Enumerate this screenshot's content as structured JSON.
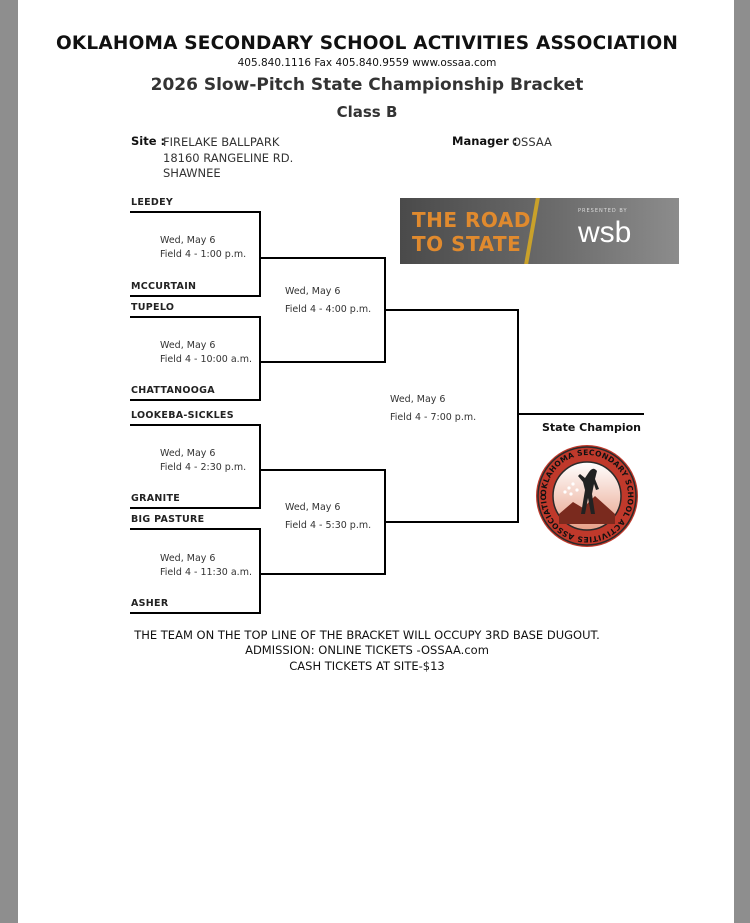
{
  "header": {
    "org": "OKLAHOMA SECONDARY SCHOOL ACTIVITIES ASSOCIATION",
    "contact": "405.840.1116   Fax 405.840.9559  www.ossaa.com",
    "title": "2026 Slow-Pitch State Championship Bracket",
    "class": "Class B"
  },
  "site": {
    "label": "Site :",
    "line1": "FIRELAKE BALLPARK",
    "line2": "18160 RANGELINE RD.",
    "line3": "SHAWNEE"
  },
  "manager": {
    "label": "Manager :",
    "value": "OSSAA"
  },
  "teams": [
    "LEEDEY",
    "MCCURTAIN",
    "TUPELO",
    "CHATTANOOGA",
    "LOOKEBA-SICKLES",
    "GRANITE",
    "BIG PASTURE",
    "ASHER"
  ],
  "games": [
    {
      "date": "Wed, May 6",
      "field": "Field 4 - 1:00 p.m."
    },
    {
      "date": "Wed, May 6",
      "field": "Field 4 - 10:00 a.m."
    },
    {
      "date": "Wed, May 6",
      "field": "Field 4 - 2:30 p.m."
    },
    {
      "date": "Wed, May 6",
      "field": "Field 4 - 11:30 a.m."
    },
    {
      "date": "Wed, May 6",
      "field": "Field 4 - 4:00 p.m."
    },
    {
      "date": "Wed, May 6",
      "field": "Field 4 - 5:30 p.m."
    },
    {
      "date": "Wed, May 6",
      "field": "Field 4 - 7:00 p.m."
    }
  ],
  "banner": {
    "line1": "THE ROAD",
    "line2": "TO STATE",
    "sponsor_small": "PRESENTED BY",
    "sponsor": "wsb"
  },
  "champion_label": "State Champion",
  "logo": {
    "text": "OKLAHOMA SECONDARY SCHOOL ACTIVITIES ASSOCIATION"
  },
  "footer": {
    "line1": "THE  TEAM ON THE TOP LINE OF THE BRACKET WILL OCCUPY 3RD BASE DUGOUT.",
    "line2": "ADMISSION: ONLINE TICKETS -OSSAA.com",
    "line3": "CASH TICKETS AT SITE-$13"
  },
  "colors": {
    "banner_text": "#e08a2e",
    "logo_red": "#c0392b"
  }
}
